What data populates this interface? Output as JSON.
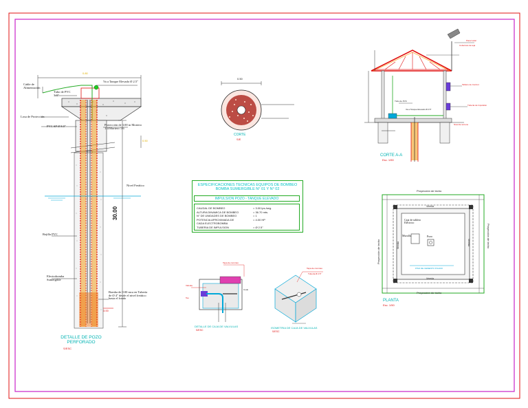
{
  "main_detail": {
    "dimension_top": "0.80",
    "cable_label": "Cable de Alimentación",
    "tube_label": "Tubo de PVC 3/4\"",
    "to_tank_label": "Va a Tanque Elevado Ø 2.5\"",
    "concrete_box_label": "Losa de Protección",
    "pipe_label": "PVC SP Ø 8.0\"",
    "protection_label": "Protección de 3.00 m Mortero 1:4/Mortero 1:6",
    "gap_label": "0.50",
    "static_level": "Nivel Freático",
    "depth_label": "30.00",
    "filter_label": "Rejilla PVC",
    "pump_label": "Electrobomba Sumergible",
    "bottom_label": "Bomba de 0.00 mca en Tubería de Ø 4\" desde el nivel freático hasta el fondo",
    "bottom_dim": "3.00",
    "title": "DETALLE DE POZO PERFORADO",
    "scale": "S/ESC"
  },
  "well_section": {
    "dim": "0.50",
    "title": "CORTE",
    "scale": "S/E"
  },
  "spec_panel": {
    "title": "ESPECIFICACIONES TECNICAS EQUIPOS DE BOMBEO BOMBA SUMERGIBLE N° 01 Y N° 02",
    "band": "IMPULSION POZO - TANQUE ELEVADO",
    "rows": [
      {
        "label": "CAUDAL DE BOMBEO",
        "value": "= 3.00 lps./seg."
      },
      {
        "label": "ALTURA DINAMICA DE BOMBEO",
        "value": "= 36.70 mts."
      },
      {
        "label": "N° DE UNIDADES DE BOMBEO",
        "value": "= 1"
      },
      {
        "label": "POTENCIA APROXIMADA DE",
        "value": "= 4.00 HP"
      },
      {
        "label": "CADA ELECTROBOMBA",
        "value": ""
      },
      {
        "label": "TUBERIA DE IMPULSION",
        "value": "= Ø 2.5\""
      }
    ]
  },
  "section_aa": {
    "title": "CORTE A-A",
    "scale": "Esc. 1/50",
    "labels": [
      "Cobertura de teja",
      "Panel solar",
      "Tablero de Control",
      "Tubería de Impulsión",
      "Nivel de terreno",
      "Tubo de PVC",
      "Va a Tanque Elevado Ø 2.5\""
    ]
  },
  "plan": {
    "top": "Proyección de techo",
    "bottom": "Proyección de techo",
    "left": "Proyección de techo",
    "right": "Proyección de techo",
    "beam_top": "Vereda",
    "beam_bottom": "Vereda",
    "beam_left": "Vereda",
    "beam_right": "Vereda",
    "cabinet": "Caja de tablero Eléctrico",
    "wall_label": "Muralla",
    "well_label": "Pozo",
    "floor_label": "PISO DE CEMENTO PULIDO",
    "title": "PLANTA",
    "scale": "Esc. 1/50"
  },
  "det1": {
    "title": "DETALLE DE CAJA DE VALVULAS",
    "scale": "S/ESC",
    "labels": [
      "Tapa de concreto",
      "Válvula",
      "Codo",
      "Tee"
    ]
  },
  "det2": {
    "title": "ISOMETRIA DE CAJA DE VALVULAS",
    "scale": "S/ESC",
    "top_label": "Tapa de concreto",
    "label": "Tubería Ø 2.5\""
  },
  "colors": {
    "border_outer": "#e01010",
    "border_inner": "#cc33cc",
    "title": "#00b3b3",
    "accent_green": "#22aa22",
    "water": "#00a8d8"
  }
}
